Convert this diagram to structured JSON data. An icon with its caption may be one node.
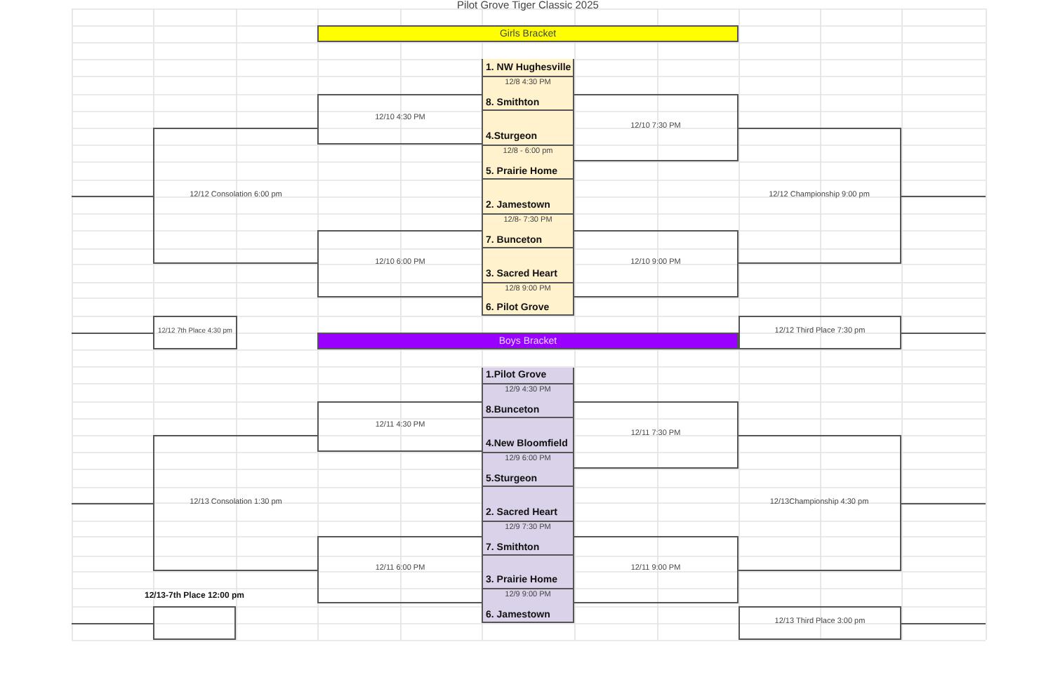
{
  "diagram": {
    "title": "Pilot Grove Tiger Classic 2025",
    "nodes": [
      {
        "text": [
          "Girls Bracket"
        ]
      },
      {
        "text": [
          "1. NW Hughesville",
          "12/8 4:30 PM",
          "8. Smithton"
        ]
      },
      {
        "text": [
          "12/10 4:30 PM"
        ]
      },
      {
        "text": [
          "12/10 7:30 PM"
        ]
      },
      {
        "text": [
          "12/12 Consolation 6:00 pm"
        ]
      },
      {
        "text": [
          "4.Sturgeon",
          "12/8 - 6:00 pm",
          "5. Prairie Home"
        ]
      },
      {
        "text": [
          "12/12 Championship 9:00 pm"
        ]
      },
      {
        "text": [
          "2. Jamestown",
          "12/8- 7:30 PM",
          "7. Bunceton"
        ]
      },
      {
        "text": [
          "12/10 6:00 PM"
        ]
      },
      {
        "text": [
          "12/10 9:00 PM"
        ]
      },
      {
        "text": [
          "3. Sacred Heart",
          "12/8 9:00 PM",
          "6. Pilot Grove"
        ]
      },
      {
        "text": [
          "12/12 7th Place 4:30 pm"
        ]
      },
      {
        "text": [
          "12/12 Third Place 7:30 pm"
        ]
      },
      {
        "text": [
          "Boys Bracket"
        ]
      },
      {
        "text": [
          "1.Pilot Grove",
          "12/9 4:30 PM",
          "8.Bunceton"
        ]
      },
      {
        "text": [
          "12/11 4:30 PM"
        ]
      },
      {
        "text": [
          "12/11 7:30 PM"
        ]
      },
      {
        "text": [
          "4.New Bloomfield",
          "12/9 6:00 PM",
          "5.Sturgeon"
        ]
      },
      {
        "text": [
          "12/13 Consolation 1:30 pm"
        ]
      },
      {
        "text": [
          "12/13Championship 4:30 pm"
        ]
      },
      {
        "text": [
          "2. Sacred Heart",
          "12/9 7:30 PM",
          "7. Smithton"
        ]
      },
      {
        "text": [
          "12/11 6:00 PM"
        ]
      },
      {
        "text": [
          "12/11 9:00 PM"
        ]
      },
      {
        "text": [
          "3. Prairie Home",
          "12/9 9:00 PM",
          "6. Jamestown"
        ]
      },
      {
        "text": [],
        "shape": "box",
        "beside": [
          "12/13-7th Place 12:00 pm"
        ]
      },
      {
        "text": [
          "12/13 Third Place 3:00 pm"
        ]
      }
    ],
    "edges": [
      {
        "from": 4,
        "to": null,
        "arrow": "none"
      },
      {
        "from": 6,
        "to": null,
        "arrow": "none"
      },
      {
        "from": 11,
        "to": null,
        "arrow": "none"
      },
      {
        "from": 12,
        "to": null,
        "arrow": "none"
      },
      {
        "from": 18,
        "to": null,
        "arrow": "none"
      },
      {
        "from": 19,
        "to": null,
        "arrow": "none"
      },
      {
        "from": 24,
        "to": null,
        "arrow": "none"
      },
      {
        "from": 25,
        "to": null,
        "arrow": "none"
      }
    ]
  }
}
